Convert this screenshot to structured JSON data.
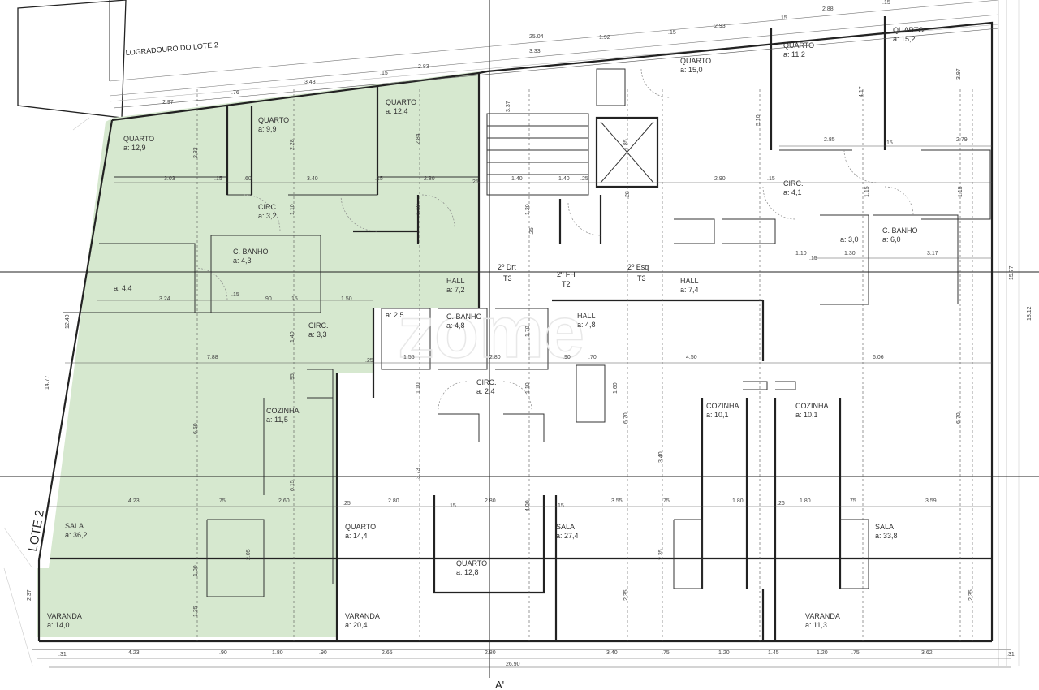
{
  "plan": {
    "site_labels": {
      "logradouro": "LOGRADOURO DO LOTE 2",
      "lote": "LOTE 2",
      "section_mark": "A'"
    },
    "unit_tags": [
      {
        "top": "2º Drt",
        "bottom": "T3"
      },
      {
        "top": "2º FH",
        "bottom": "T2"
      },
      {
        "top": "2º Esq",
        "bottom": "T3"
      }
    ],
    "watermark": "zome",
    "highlight_color": "#d6e8cf",
    "rooms": [
      {
        "name": "QUARTO",
        "area": "a: 12,9"
      },
      {
        "name": "QUARTO",
        "area": "a: 9,9"
      },
      {
        "name": "QUARTO",
        "area": "a: 12,4"
      },
      {
        "name": "CIRC.",
        "area": "a: 3,2"
      },
      {
        "name": "C. BANHO",
        "area": "a: 4,3"
      },
      {
        "name": "",
        "area": "a: 4,4"
      },
      {
        "name": "HALL",
        "area": "a: 7,2"
      },
      {
        "name": "CIRC.",
        "area": "a: 3,3"
      },
      {
        "name": "COZINHA",
        "area": "a: 11,5"
      },
      {
        "name": "SALA",
        "area": "a: 36,2"
      },
      {
        "name": "VARANDA",
        "area": "a: 14,0"
      },
      {
        "name": "",
        "area": "a: 2,5"
      },
      {
        "name": "C. BANHO",
        "area": "a: 4,8"
      },
      {
        "name": "CIRC.",
        "area": "a: 2,4"
      },
      {
        "name": "HALL",
        "area": "a: 4,8"
      },
      {
        "name": "QUARTO",
        "area": "a: 14,4"
      },
      {
        "name": "QUARTO",
        "area": "a: 12,8"
      },
      {
        "name": "SALA",
        "area": "a: 27,4"
      },
      {
        "name": "VARANDA",
        "area": "a: 20,4"
      },
      {
        "name": "QUARTO",
        "area": "a: 15,0"
      },
      {
        "name": "QUARTO",
        "area": "a: 11,2"
      },
      {
        "name": "QUARTO",
        "area": "a: 15,2"
      },
      {
        "name": "CIRC.",
        "area": "a: 4,1"
      },
      {
        "name": "HALL",
        "area": "a: 7,4"
      },
      {
        "name": "",
        "area": "a: 3,0"
      },
      {
        "name": "C. BANHO",
        "area": "a: 6,0"
      },
      {
        "name": "COZINHA",
        "area": "a: 10,1"
      },
      {
        "name": "COZINHA",
        "area": "a: 10,1"
      },
      {
        "name": "SALA",
        "area": "a: 33,8"
      },
      {
        "name": "VARANDA",
        "area": "a: 11,3"
      }
    ],
    "dimensions_horizontal": [
      "2.97",
      ".76",
      "3.43",
      ".15",
      "2.83",
      "25.04",
      "3.33",
      "1.92",
      ".15",
      "2.93",
      "2.88",
      ".15",
      ".15",
      "3.03",
      ".15",
      ".60",
      "3.40",
      ".15",
      "2.80",
      ".25",
      "1.40",
      "1.40",
      ".25",
      "2.90",
      ".15",
      "2.85",
      ".15",
      "2.79",
      "1.10",
      ".15",
      "1.30",
      "3.17",
      ".15",
      "1.50",
      "3.24",
      ".15",
      ".90",
      "1.55",
      "2.80",
      ".90",
      ".70",
      "4.50",
      "6.06",
      "7.88",
      ".25",
      "4.23",
      ".75",
      "2.60",
      ".25",
      "2.80",
      ".15",
      "2.80",
      ".15",
      "3.55",
      ".75",
      "1.80",
      ".26",
      "1.80",
      ".75",
      "3.59",
      "4.23",
      ".90",
      "1.80",
      ".90",
      "2.65",
      "2.80",
      "3.40",
      ".75",
      "1.20",
      "1.45",
      "1.20",
      ".75",
      "3.62",
      ".31",
      "26.90",
      ".31"
    ],
    "dimensions_vertical": [
      "2.33",
      "2.28",
      "2.84",
      "3.37",
      "1.85",
      "5.10",
      "4.17",
      "3.97",
      ".28",
      "1.10",
      "1.10",
      "1.20",
      ".25",
      "1.15",
      "1.15",
      "12.40",
      "14.77",
      "6.50",
      "6.15",
      "3.73",
      "4.00",
      "3.40",
      "6.70",
      "6.70",
      "1.40",
      ".95",
      "1.10",
      "1.10",
      "1.60",
      "1.70",
      "2.05",
      "1.00",
      "1.35",
      "2.35",
      "2.35",
      "2.35",
      "2.37",
      "15.77",
      "18.12"
    ]
  }
}
